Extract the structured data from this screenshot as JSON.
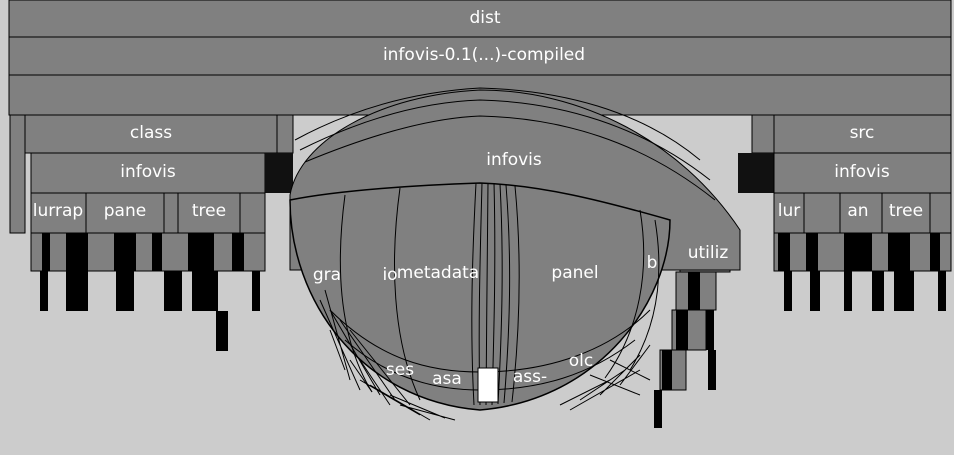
{
  "view": {
    "background": "#cccccc",
    "node_fill": "#808080",
    "stroke": "#000000",
    "label_color": "#ffffff"
  },
  "nodes": {
    "root": "dist",
    "build": "infovis-0.1(...)-compiled",
    "left_class": "class",
    "left_infovis": "infovis",
    "left_lurrap": "lurrap",
    "left_panel": "pane",
    "left_tree": "tree",
    "right_src": "src",
    "right_infovis": "infovis",
    "right_lur": "lur",
    "right_pan": "an",
    "right_tree": "tree",
    "lens_infovis": "infovis",
    "lens_gra": "gra",
    "lens_io": "io",
    "lens_metadata": "metadata",
    "lens_panel": "panel",
    "lens_utiliz": "utiliz",
    "lens_b": "b",
    "lens_ses": "ses",
    "lens_asa": "asa",
    "lens_ass": "ass-",
    "lens_olc": "olc"
  }
}
